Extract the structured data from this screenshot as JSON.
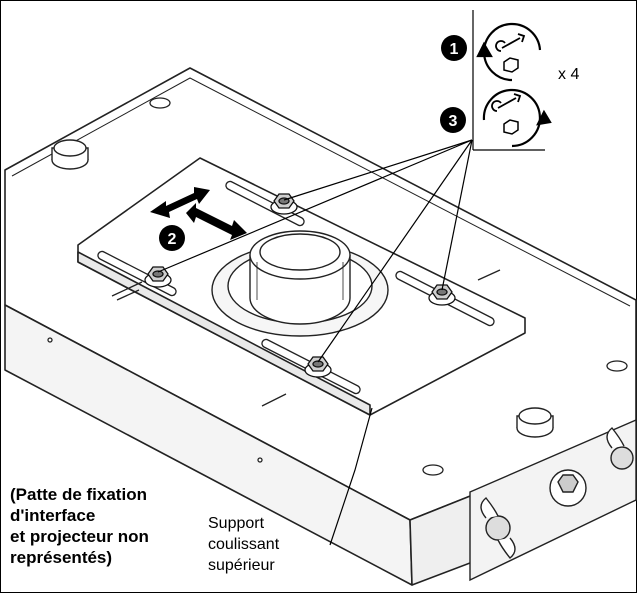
{
  "steps": [
    {
      "number": "1",
      "action": "loosen"
    },
    {
      "number": "2",
      "action": "slide"
    },
    {
      "number": "3",
      "action": "tighten"
    }
  ],
  "quantity_label": "x 4",
  "note": {
    "lines": [
      "(Patte de fixation",
      "d'interface",
      "et projecteur non",
      "représentés)"
    ]
  },
  "part_label": {
    "lines": [
      "Support",
      "coulissant",
      "supérieur"
    ]
  },
  "icons": [
    "wrench-loosen-icon",
    "wrench-tighten-icon"
  ]
}
